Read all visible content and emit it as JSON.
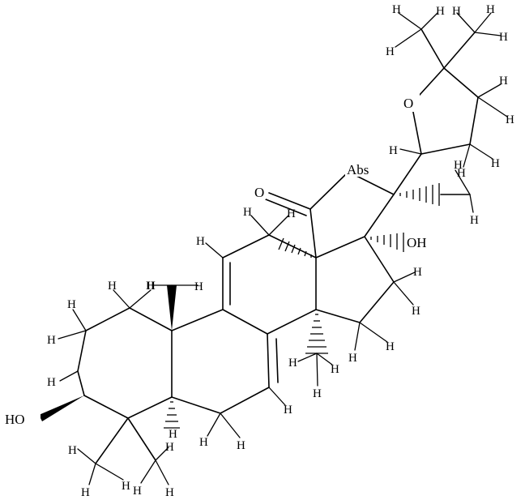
{
  "figure": {
    "type": "chemical-structure",
    "atom_labels": {
      "oxygen": "O",
      "hydrogen": "H",
      "hydroxyl_ho": "HO",
      "hydroxyl_oh": "OH",
      "abs": "Abs"
    }
  }
}
